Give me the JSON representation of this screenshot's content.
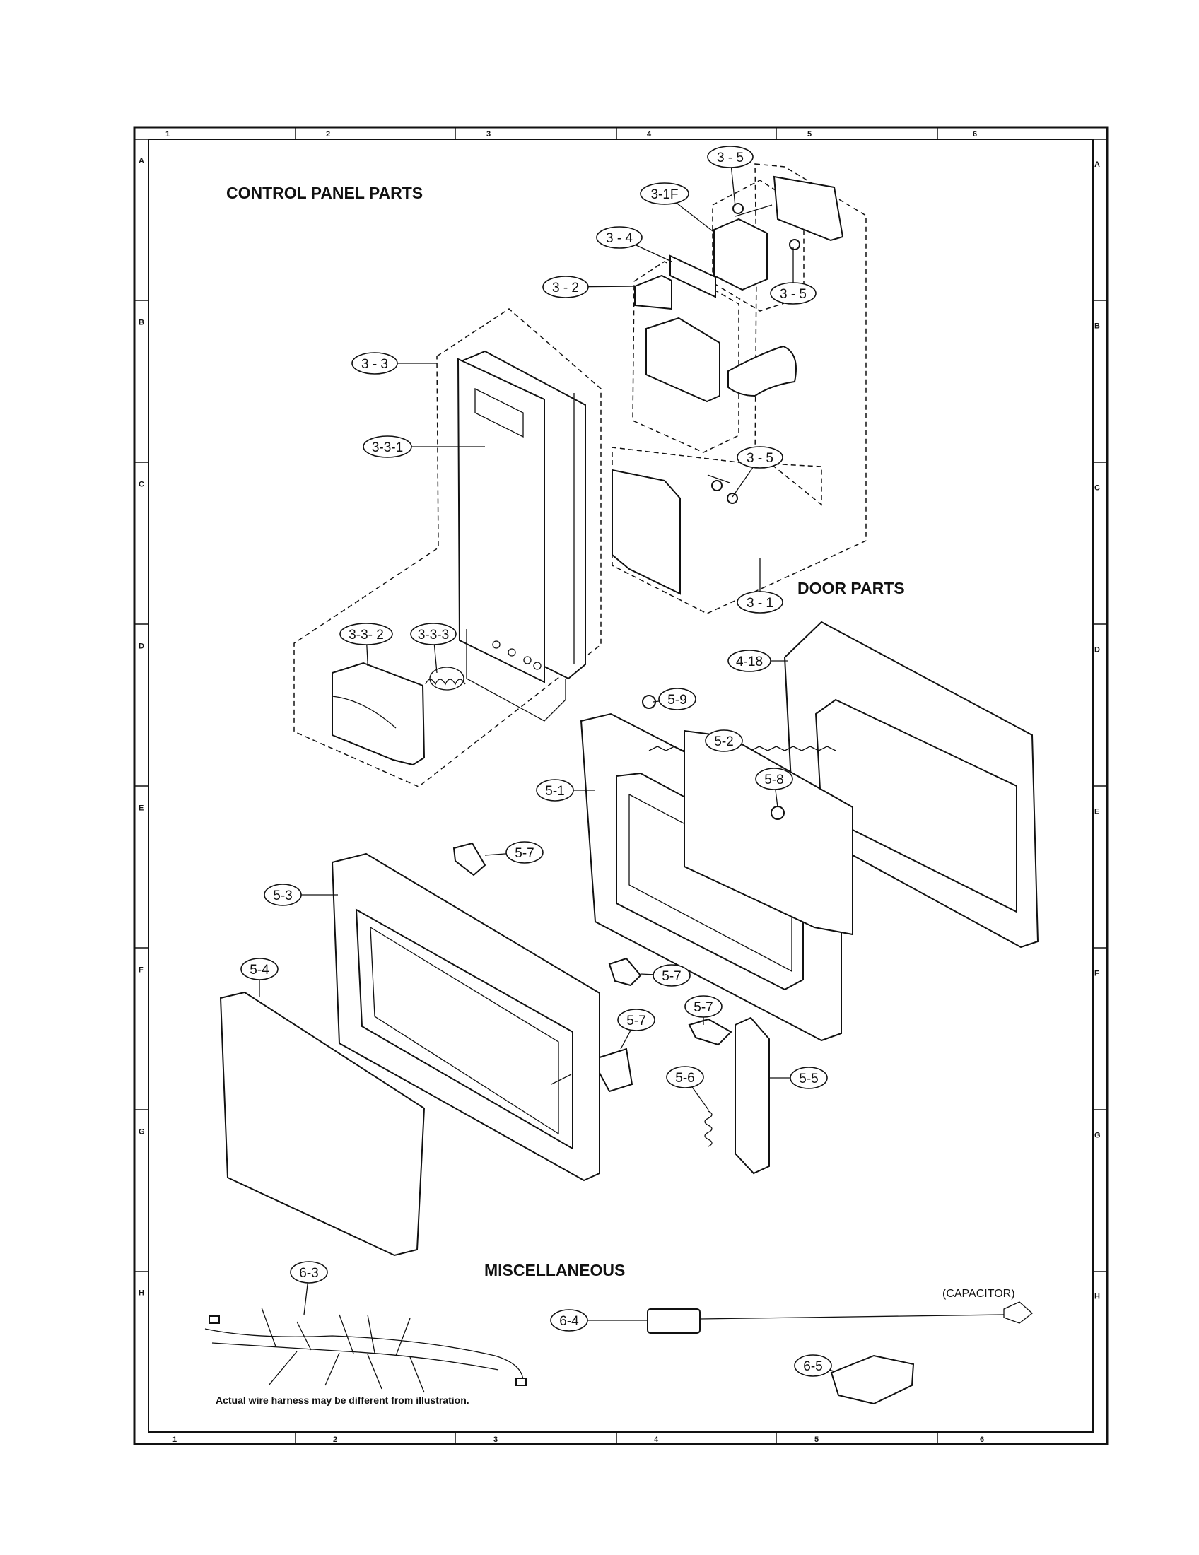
{
  "sections": {
    "control_panel": "CONTROL PANEL PARTS",
    "door": "DOOR  PARTS",
    "misc": "MISCELLANEOUS"
  },
  "note": "Actual wire harness may be different from illustration.",
  "capacitor_label": "(CAPACITOR)",
  "grid": {
    "columns": [
      "1",
      "2",
      "3",
      "4",
      "5",
      "6"
    ],
    "rows": [
      "A",
      "B",
      "C",
      "D",
      "E",
      "F",
      "G",
      "H"
    ]
  },
  "parts": [
    {
      "id": "p35a",
      "label": "3 - 5"
    },
    {
      "id": "p31f",
      "label": "3-1F"
    },
    {
      "id": "p34",
      "label": "3 - 4"
    },
    {
      "id": "p35b",
      "label": "3 - 5"
    },
    {
      "id": "p32",
      "label": "3 - 2"
    },
    {
      "id": "p33",
      "label": "3 - 3"
    },
    {
      "id": "p331",
      "label": "3-3-1"
    },
    {
      "id": "p35c",
      "label": "3 - 5"
    },
    {
      "id": "p31",
      "label": "3 - 1"
    },
    {
      "id": "p332",
      "label": "3-3- 2"
    },
    {
      "id": "p333",
      "label": "3-3-3"
    },
    {
      "id": "p418",
      "label": "4-18"
    },
    {
      "id": "p59",
      "label": "5-9"
    },
    {
      "id": "p52",
      "label": "5-2"
    },
    {
      "id": "p58",
      "label": "5-8"
    },
    {
      "id": "p51",
      "label": "5-1"
    },
    {
      "id": "p57a",
      "label": "5-7"
    },
    {
      "id": "p53",
      "label": "5-3"
    },
    {
      "id": "p57b",
      "label": "5-7"
    },
    {
      "id": "p54",
      "label": "5-4"
    },
    {
      "id": "p57c",
      "label": "5-7"
    },
    {
      "id": "p57d",
      "label": "5-7"
    },
    {
      "id": "p56",
      "label": "5-6"
    },
    {
      "id": "p55",
      "label": "5-5"
    },
    {
      "id": "p63",
      "label": "6-3"
    },
    {
      "id": "p64",
      "label": "6-4"
    },
    {
      "id": "p65",
      "label": "6-5"
    }
  ]
}
